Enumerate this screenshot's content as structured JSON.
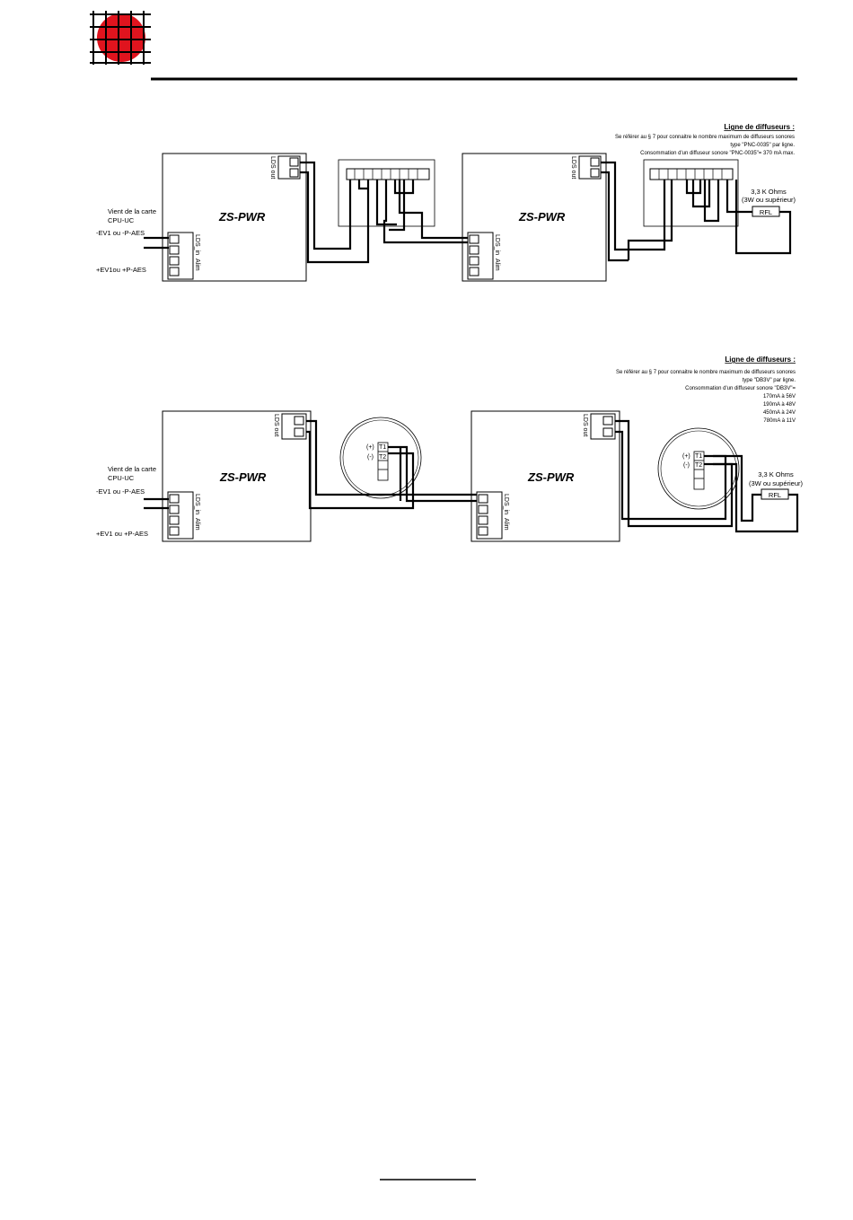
{
  "header": {
    "logo_color": "#e0141e"
  },
  "diagram1": {
    "board_left_title": "ZS-PWR",
    "board_right_title": "ZS-PWR",
    "lds_out": "LDS out",
    "lds_in": "LDS_in",
    "alim": "Alim",
    "source_line1": "Vient de la carte",
    "source_line2": "CPU-UC",
    "neg_label": "-EV1 ou -P-AES",
    "pos_label": "+EV1ou +P-AES",
    "ligne_title": "Ligne de diffuseurs :",
    "ligne_line1": "Se référer au § 7 pour connaitre le nombre maximum de diffuseurs sonores",
    "ligne_line2": "type \"PNC-0035\" par ligne.",
    "ligne_line3": "Consommation d'un diffuseur sonore \"PNC-0035\"= 370 mA max.",
    "resistor_value": "3,3 K Ohms",
    "resistor_note": "(3W ou supérieur)",
    "rfl": "RFL"
  },
  "diagram2": {
    "board_left_title": "ZS-PWR",
    "board_right_title": "ZS-PWR",
    "lds_out": "LDS out",
    "lds_in": "LDS_in",
    "alim": "Alim",
    "source_line1": "Vient de la carte",
    "source_line2": "CPU-UC",
    "neg_label": "-EV1 ou -P-AES",
    "pos_label": "+EV1 ou +P-AES",
    "ligne_title": "Ligne de diffuseurs :",
    "ligne_line1": "Se référer au § 7 pour connaitre le nombre maximum de diffuseurs sonores",
    "ligne_line2": "type \"DB3V\" par ligne.",
    "ligne_line3": "Consommation d'un diffuseur sonore \"DB3V\"=",
    "consumption": [
      "170mA à 56V",
      "190mA à 48V",
      "450mA à 24V",
      "780mA à 11V"
    ],
    "plus": "(+)",
    "minus": "(-)",
    "t1": "T1",
    "t2": "T2",
    "resistor_value": "3,3 K Ohms",
    "resistor_note": "(3W ou supérieur)",
    "rfl": "RFL"
  }
}
